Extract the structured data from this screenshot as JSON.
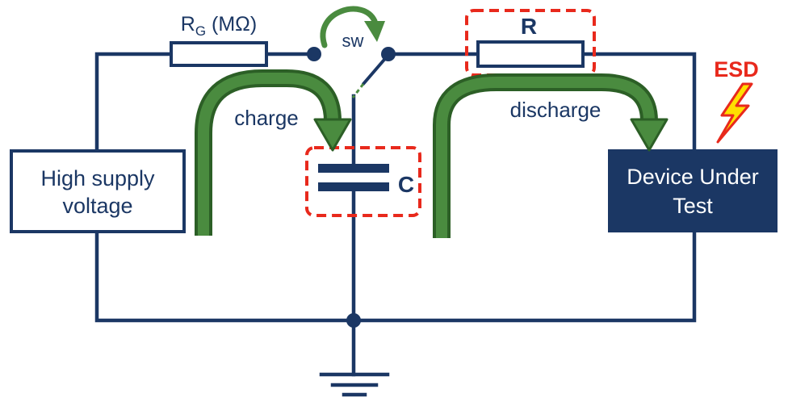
{
  "colors": {
    "wire": "#1b3764",
    "green": "#4a8b3f",
    "green-dark": "#2c5f26",
    "red": "#e8291c",
    "bolt-yellow": "#ffdf00",
    "box-fill": "#ffffff",
    "dut-fill": "#1b3764",
    "dut-text": "#ffffff"
  },
  "diagram": {
    "rg": {
      "main": "R",
      "sub": "G",
      "unit": " (MΩ)"
    },
    "switch_label": "sw",
    "r_label": "R",
    "c_label": "C",
    "charge_label": "charge",
    "discharge_label": "discharge",
    "esd_label": "ESD",
    "supply": {
      "line1": "High supply",
      "line2": "voltage"
    },
    "dut": {
      "line1": "Device Under",
      "line2": "Test"
    }
  }
}
